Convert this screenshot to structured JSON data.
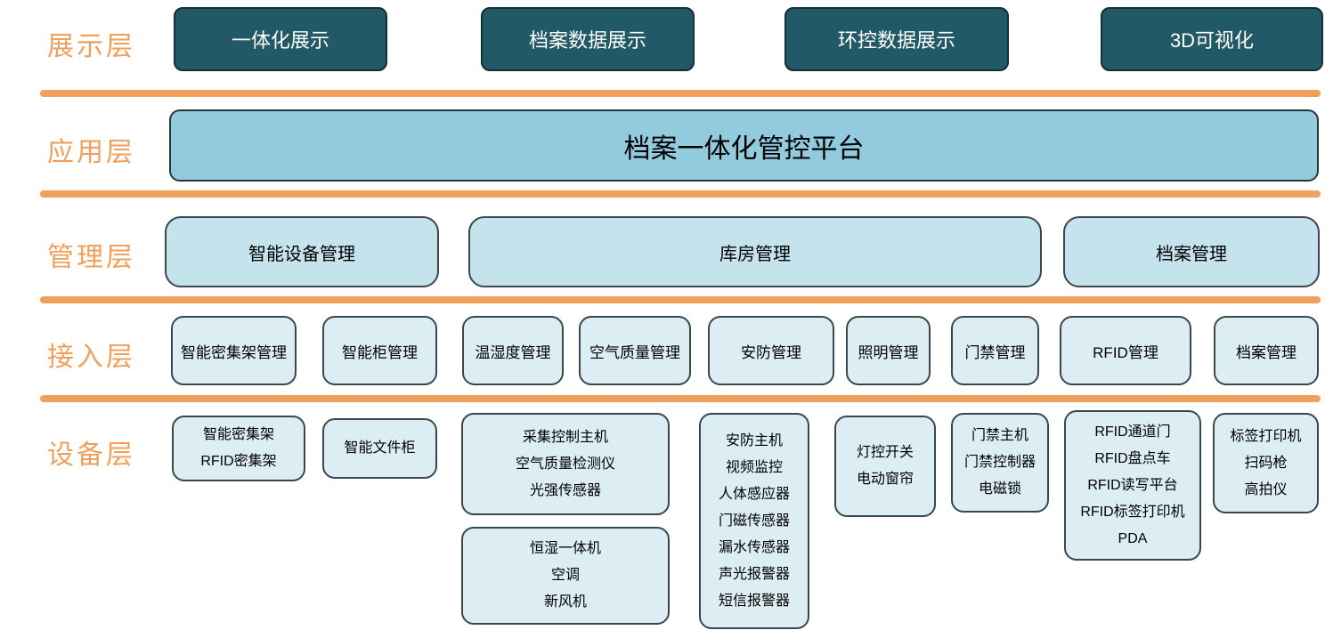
{
  "palette": {
    "orange": "#F0A05A",
    "dark_teal_fill": "#215A66",
    "app_fill": "#92CBDD",
    "management_fill": "#C5E3ED",
    "light_fill": "#DCEEF4",
    "box_border": "#39474F",
    "dark_text": "#000000",
    "light_text": "#FFFFFF"
  },
  "display": {
    "label": "展示层",
    "boxes": [
      "一体化展示",
      "档案数据展示",
      "环控数据展示",
      "3D可视化"
    ]
  },
  "application": {
    "label": "应用层",
    "platform": "档案一体化管控平台"
  },
  "management": {
    "label": "管理层",
    "boxes": [
      "智能设备管理",
      "库房管理",
      "档案管理"
    ]
  },
  "access": {
    "label": "接入层",
    "boxes": [
      "智能密集架管理",
      "智能柜管理",
      "温湿度管理",
      "空气质量管理",
      "安防管理",
      "照明管理",
      "门禁管理",
      "RFID管理",
      "档案管理"
    ]
  },
  "device": {
    "label": "设备层",
    "boxes": [
      {
        "lines": [
          "智能密集架",
          "RFID密集架"
        ]
      },
      {
        "lines": [
          "智能文件柜"
        ]
      },
      {
        "lines": [
          "采集控制主机",
          "空气质量检测仪",
          "光强传感器"
        ]
      },
      {
        "lines": [
          "恒湿一体机",
          "空调",
          "新风机"
        ]
      },
      {
        "lines": [
          "安防主机",
          "视频监控",
          "人体感应器",
          "门磁传感器",
          "漏水传感器",
          "声光报警器",
          "短信报警器"
        ]
      },
      {
        "lines": [
          "灯控开关",
          "电动窗帘"
        ]
      },
      {
        "lines": [
          "门禁主机",
          "门禁控制器",
          "电磁锁"
        ]
      },
      {
        "lines": [
          "RFID通道门",
          "RFID盘点车",
          "RFID读写平台",
          "RFID标签打印机",
          "PDA"
        ]
      },
      {
        "lines": [
          "标签打印机",
          "扫码枪",
          "高拍仪"
        ]
      }
    ]
  }
}
